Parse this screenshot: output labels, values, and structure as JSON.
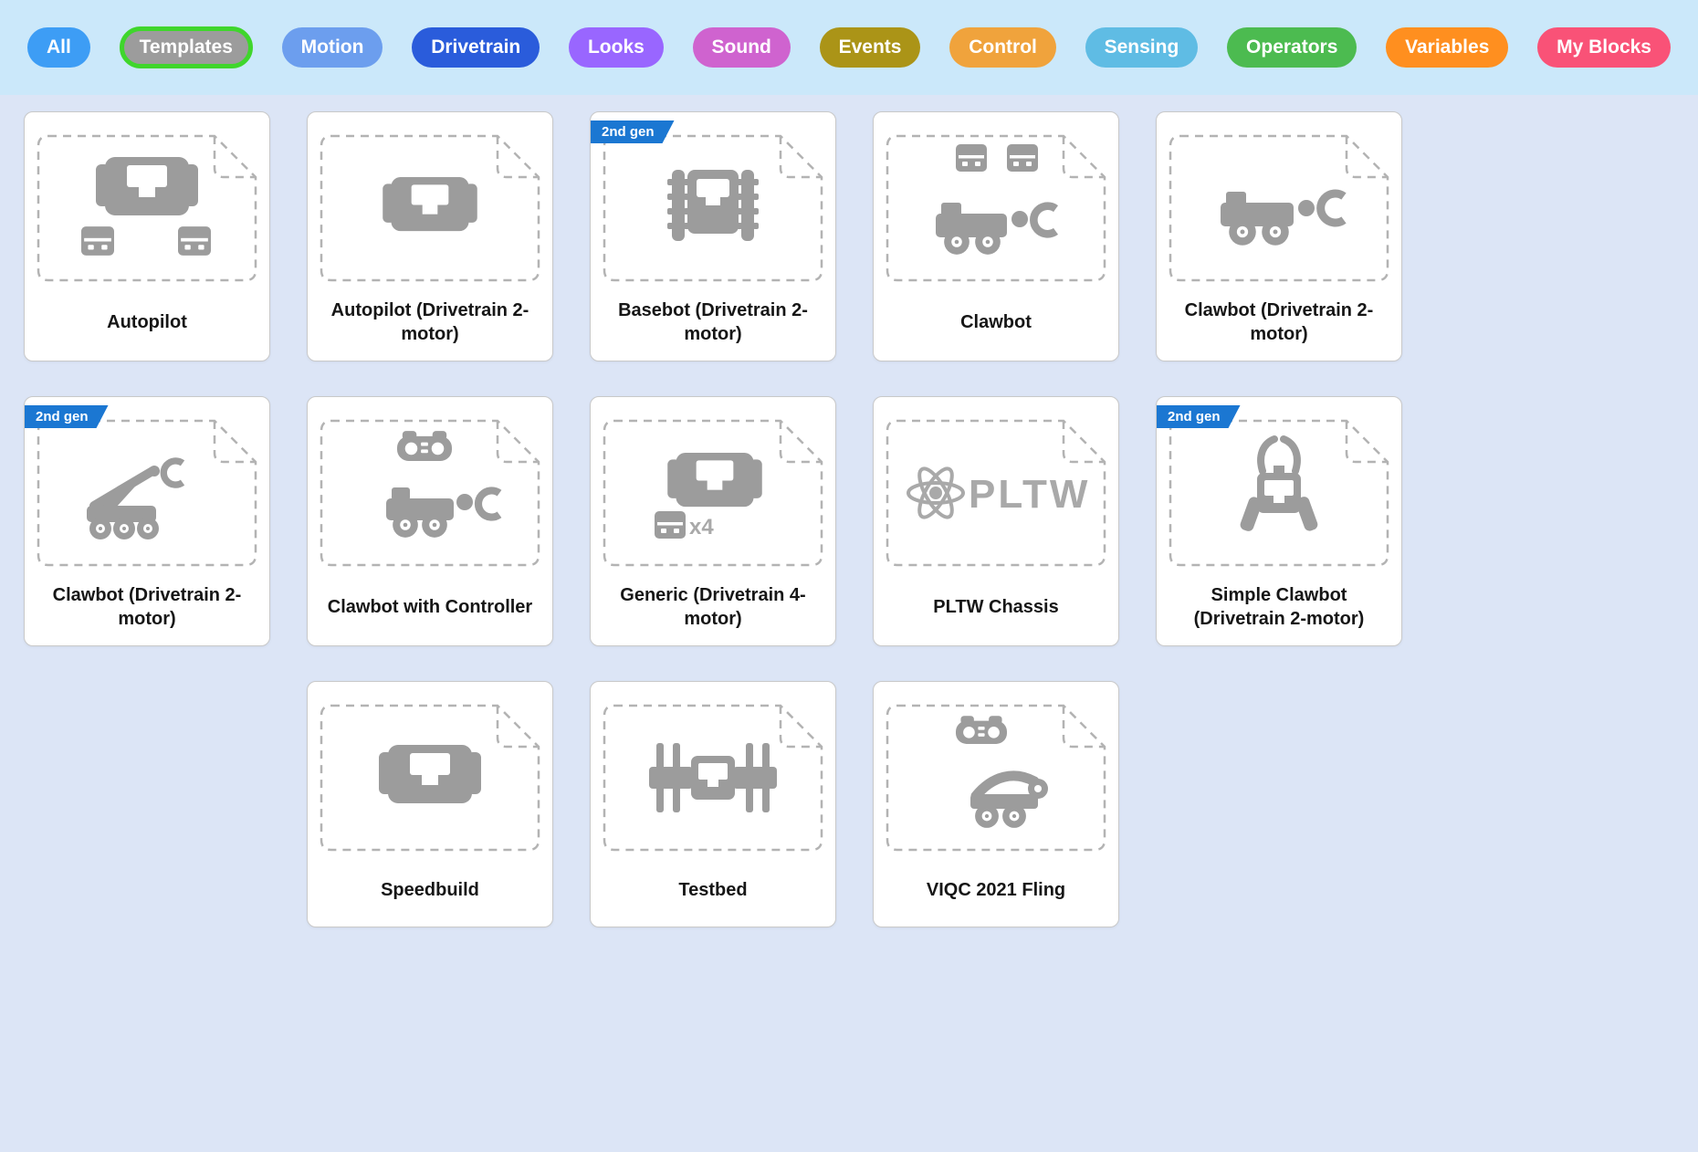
{
  "nav": {
    "items": [
      {
        "label": "All",
        "color": "#3d9df5"
      },
      {
        "label": "Templates",
        "color": "#9c9c9c",
        "ring_color": "#3fd62c",
        "selected": true
      },
      {
        "label": "Motion",
        "color": "#6c9eee"
      },
      {
        "label": "Drivetrain",
        "color": "#2a5cdb"
      },
      {
        "label": "Looks",
        "color": "#9966ff"
      },
      {
        "label": "Sound",
        "color": "#cf63cf"
      },
      {
        "label": "Events",
        "color": "#ab9417"
      },
      {
        "label": "Control",
        "color": "#f0a33c"
      },
      {
        "label": "Sensing",
        "color": "#5fbce4"
      },
      {
        "label": "Operators",
        "color": "#4cbb50"
      },
      {
        "label": "Variables",
        "color": "#ff8f1f"
      },
      {
        "label": "My Blocks",
        "color": "#f95277"
      }
    ]
  },
  "badge_color": "#1b77d2",
  "icon_color": "#9c9c9c",
  "cards": [
    {
      "title": "Autopilot",
      "icon": "autopilot"
    },
    {
      "title": "Autopilot (Drivetrain 2-motor)",
      "icon": "autopilot-drivetrain"
    },
    {
      "title": "Basebot (Drivetrain 2-motor)",
      "icon": "basebot",
      "badge": "2nd gen"
    },
    {
      "title": "Clawbot",
      "icon": "clawbot"
    },
    {
      "title": "Clawbot (Drivetrain 2-motor)",
      "icon": "clawbot-drivetrain"
    },
    {
      "title": "Clawbot (Drivetrain 2-motor)",
      "icon": "clawbot-crane",
      "badge": "2nd gen"
    },
    {
      "title": "Clawbot with Controller",
      "icon": "clawbot-controller"
    },
    {
      "title": "Generic (Drivetrain 4-motor)",
      "icon": "generic-4motor",
      "multiplier": "x4"
    },
    {
      "title": "PLTW Chassis",
      "icon": "pltw-chassis",
      "logo_text": "PLTW"
    },
    {
      "title": "Simple Clawbot (Drivetrain 2-motor)",
      "icon": "simple-clawbot",
      "badge": "2nd gen"
    },
    {
      "title": "Speedbuild",
      "icon": "speedbuild"
    },
    {
      "title": "Testbed",
      "icon": "testbed"
    },
    {
      "title": "VIQC 2021 Fling",
      "icon": "viqc-fling"
    }
  ]
}
